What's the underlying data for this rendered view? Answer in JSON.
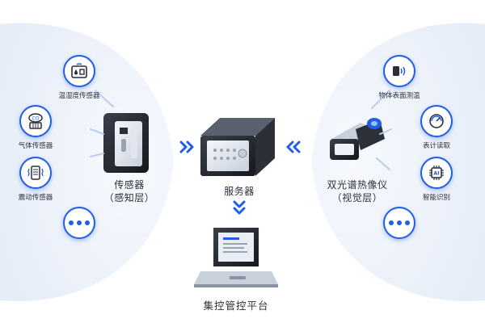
{
  "left_group": {
    "sensors": [
      {
        "label": "温湿度传感器",
        "icon": "temperature-humidity-icon"
      },
      {
        "label": "气体传感器",
        "icon": "co2-gas-icon"
      },
      {
        "label": "震动传感器",
        "icon": "vibration-icon"
      }
    ],
    "device_label_line1": "传感器",
    "device_label_line2": "（感知层）"
  },
  "right_group": {
    "functions": [
      {
        "label": "物体表面测温",
        "icon": "surface-temperature-icon"
      },
      {
        "label": "表计读取",
        "icon": "meter-reading-icon"
      },
      {
        "label": "智能识别",
        "icon": "ai-chip-icon",
        "chip_text": "AI"
      }
    ],
    "device_label_line1": "双光谱热像仪",
    "device_label_line2": "（视觉层）"
  },
  "server_label": "服务器",
  "platform_label": "集控管控平台",
  "colors": {
    "accent": "#1f5ee6",
    "panel_bg": "#eef3fb",
    "text": "#2b2f3a"
  }
}
